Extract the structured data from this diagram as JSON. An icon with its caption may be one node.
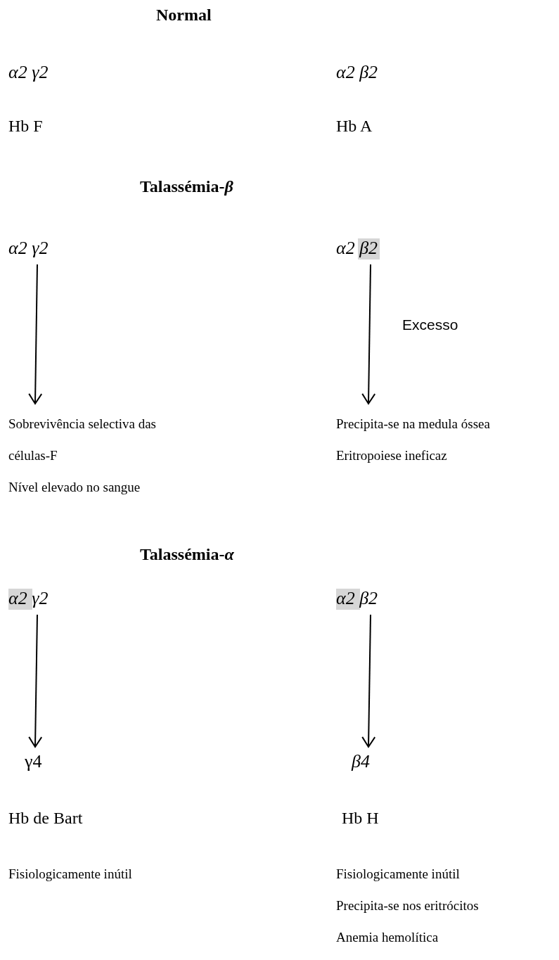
{
  "diagram": {
    "nodes": [
      {
        "text": [
          "α2 γ2"
        ]
      },
      {
        "text": [
          "α2 β2"
        ]
      },
      {
        "text": [
          "Sobrevivência selectiva das células-F",
          "Nível elevado no sangue"
        ]
      },
      {
        "text": [
          "Precipita-se na medula óssea",
          "Eritropoiese ineficaz"
        ]
      },
      {
        "text": [
          "α2 γ2"
        ]
      },
      {
        "text": [
          "α2 β2"
        ]
      },
      {
        "text": [
          "γ4"
        ]
      },
      {
        "text": [
          "β4"
        ]
      }
    ],
    "edges": [
      {
        "from": 0,
        "to": 2,
        "arrow": "to"
      },
      {
        "from": 1,
        "to": 3,
        "arrow": "to",
        "label": "Excesso"
      },
      {
        "from": 4,
        "to": 6,
        "arrow": "to"
      },
      {
        "from": 5,
        "to": 7,
        "arrow": "to"
      }
    ],
    "labels": [
      "Normal",
      "α2 γ2",
      "α2 β2",
      "Hb F",
      "Hb A",
      "Talassémia-*β*",
      "Talassémia-*α*",
      "Hb de Bart",
      "Hb H",
      "Fisiologicamente inútil",
      "Fisiologicamente inútil",
      "Precipita-se nos eritrócitos",
      "Anemia hemolítica"
    ]
  }
}
